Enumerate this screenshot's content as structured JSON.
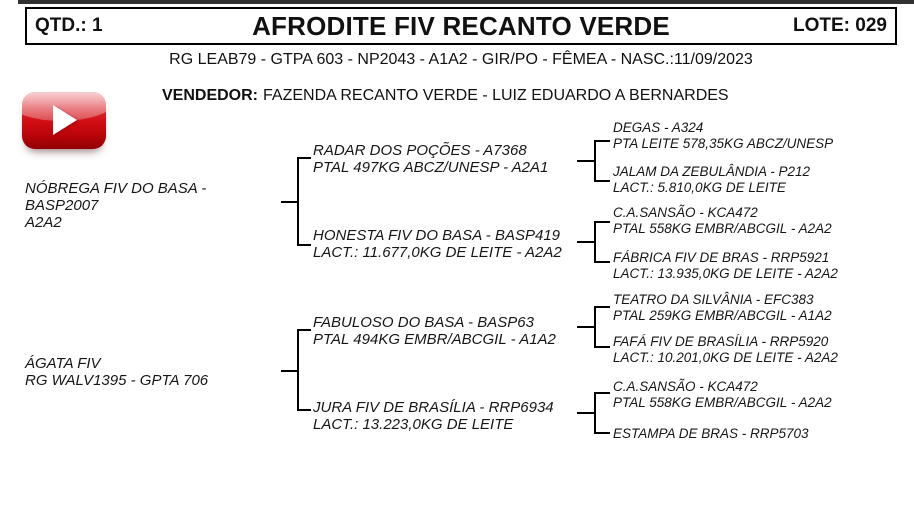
{
  "header": {
    "qtd": "QTD.: 1",
    "title": "AFRODITE FIV RECANTO VERDE",
    "lote": "LOTE: 029"
  },
  "subject_info": "RG LEAB79 - GTPA 603 - NP2043 - A1A2 - GIR/PO - FÊMEA - NASC.:11/09/2023",
  "vendor": {
    "label": "VENDEDOR:",
    "value": "FAZENDA RECANTO VERDE - LUIZ EDUARDO A BERNARDES"
  },
  "icons": {
    "play_button": "play-icon"
  },
  "colors": {
    "play_red": "#d00d13",
    "play_red_dark": "#8f0004",
    "line_black": "#000000"
  },
  "pedigree": {
    "sire": {
      "lines": [
        "NÓBREGA FIV DO BASA -",
        "BASP2007",
        "A2A2"
      ]
    },
    "dam": {
      "lines": [
        "ÁGATA FIV",
        "RG WALV1395 - GPTA 706"
      ]
    },
    "grandparents": [
      {
        "name": "RADAR DOS POÇÕES - A7368",
        "detail": "PTAL 497KG ABCZ/UNESP - A2A1"
      },
      {
        "name": "HONESTA FIV DO BASA - BASP419",
        "detail": "LACT.: 11.677,0KG DE LEITE - A2A2"
      },
      {
        "name": "FABULOSO DO BASA - BASP63",
        "detail": "PTAL 494KG EMBR/ABCGIL - A1A2"
      },
      {
        "name": "JURA FIV DE BRASÍLIA - RRP6934",
        "detail": "LACT.: 13.223,0KG DE LEITE"
      }
    ],
    "great_grandparents": [
      {
        "name": "DEGAS - A324",
        "detail": "PTA LEITE 578,35KG ABCZ/UNESP"
      },
      {
        "name": "JALAM DA ZEBULÂNDIA - P212",
        "detail": "LACT.: 5.810,0KG DE LEITE"
      },
      {
        "name": "C.A.SANSÃO - KCA472",
        "detail": "PTAL 558KG EMBR/ABCGIL - A2A2"
      },
      {
        "name": "FÁBRICA FIV DE BRAS - RRP5921",
        "detail": "LACT.: 13.935,0KG DE LEITE - A2A2"
      },
      {
        "name": "TEATRO DA SILVÂNIA - EFC383",
        "detail": "PTAL 259KG EMBR/ABCGIL - A1A2"
      },
      {
        "name": "FAFÁ FIV DE BRASÍLIA - RRP5920",
        "detail": "LACT.: 10.201,0KG DE LEITE - A2A2"
      },
      {
        "name": "C.A.SANSÃO - KCA472",
        "detail": "PTAL 558KG EMBR/ABCGIL - A2A2"
      },
      {
        "name": "ESTAMPA DE BRAS - RRP5703",
        "detail": ""
      }
    ]
  }
}
